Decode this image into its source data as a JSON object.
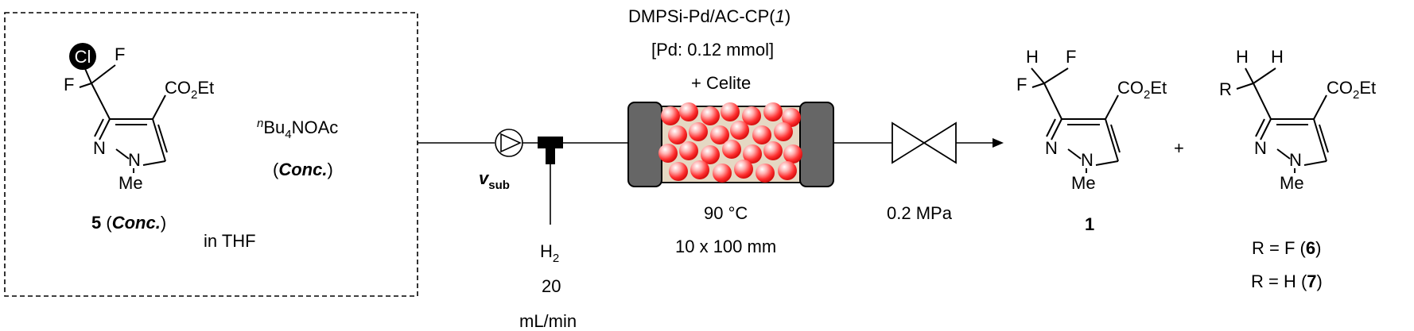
{
  "feed": {
    "substrate_label": "5",
    "substrate_conc": "Conc.",
    "reagent_sup": "n",
    "reagent_main": "Bu",
    "reagent_sub": "4",
    "reagent_tail": "NOAc",
    "reagent_conc": "Conc.",
    "solvent": "in THF"
  },
  "substrate": {
    "atom_cl": "Cl",
    "atom_f1": "F",
    "atom_f2": "F",
    "ester_a": "CO",
    "ester_sub": "2",
    "ester_b": "Et",
    "ring_n1": "N",
    "ring_n2": "N",
    "n_methyl": "Me"
  },
  "pump": {
    "flow_var": "v",
    "flow_sub": "sub"
  },
  "gas": {
    "h": "H",
    "h_sub": "2",
    "rate": "20",
    "unit": "mL/min"
  },
  "reactor": {
    "catalyst_a": "DMPSi-Pd/AC-CP(",
    "catalyst_n": "1",
    "catalyst_b": ")",
    "pd_loading": "[Pd: 0.12 mmol]",
    "additive": "+ Celite",
    "temperature": "90 °C",
    "dimensions": "10  x 100 mm"
  },
  "valve": {
    "pressure": "0.2 MPa"
  },
  "product1": {
    "h1": "H",
    "f1": "F",
    "f2": "F",
    "ester_a": "CO",
    "ester_sub": "2",
    "ester_b": "Et",
    "ring_n1": "N",
    "ring_n2": "N",
    "n_methyl": "Me",
    "label": "1"
  },
  "plus": "+",
  "product2": {
    "r": "R",
    "h1": "H",
    "h2": "H",
    "ester_a": "CO",
    "ester_sub": "2",
    "ester_b": "Et",
    "ring_n1": "N",
    "ring_n2": "N",
    "n_methyl": "Me",
    "r_f_a": "R = F (",
    "r_f_num": "6",
    "r_f_b": ")",
    "r_h_a": "R = H (",
    "r_h_num": "7",
    "r_h_b": ")"
  }
}
